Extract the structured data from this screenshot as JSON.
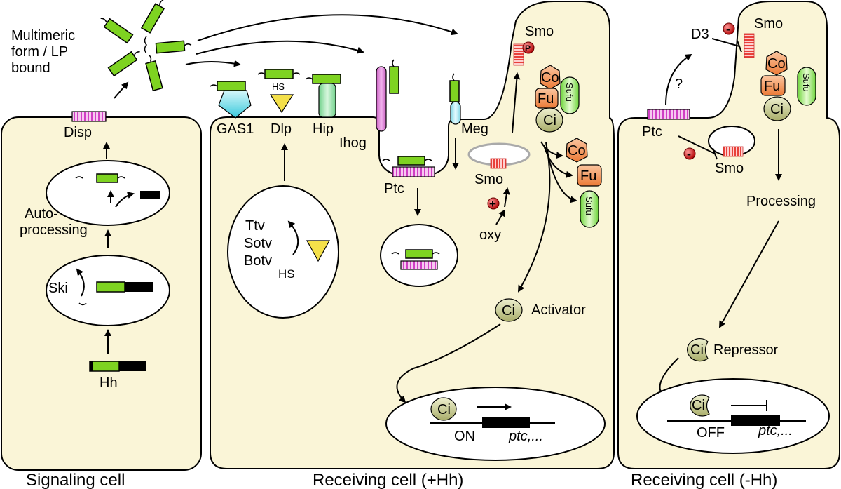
{
  "colors": {
    "cell_fill": "#faf5d7",
    "hedgehog": "#7ed321",
    "ptc_disp": "#e040d0",
    "smo": "#e8413a",
    "costal_fused": "#f4894a",
    "sufu": "#9be25a",
    "ci": "#c8cc8e",
    "gas1": "#5fd9e6",
    "dlp": "#f4e04a",
    "hip": "#8fe0a0",
    "ihog": "#e07ad8",
    "meg": "#a6e8f0",
    "inhibit_badge": "#e01010"
  },
  "icons": [
    "arrow",
    "inhibition-bar",
    "plus-badge",
    "minus-badge",
    "phosphate-badge",
    "heparan-sulfate-triangle",
    "membrane-receptor"
  ],
  "labels": {
    "multimeric": [
      "Multimeric",
      "form / LP",
      "bound"
    ],
    "disp": "Disp",
    "autoprocessing": [
      "Auto-",
      "processing"
    ],
    "ski": "Ski",
    "hh": "Hh",
    "gas1": "GAS1",
    "dlp": "Dlp",
    "hs": "HS",
    "hip": "Hip",
    "ihog": "Ihog",
    "ttv": "Ttv",
    "sotv": "Sotv",
    "botv": "Botv",
    "botv_hs": "HS",
    "ptc": "Ptc",
    "meg": "Meg",
    "smo": "Smo",
    "oxy": "oxy",
    "co": "Co",
    "fu": "Fu",
    "ci": "Ci",
    "sufu": "Sufu",
    "activator": "Activator",
    "repressor": "Repressor",
    "on": "ON",
    "off": "OFF",
    "ptc_gene": "ptc,...",
    "d3": "D3",
    "question": "?",
    "processing": "Processing",
    "phospho": "P",
    "plus": "+",
    "minus": "-"
  },
  "captions": {
    "signaling": "Signaling cell",
    "receiving_plus": "Receiving cell (+Hh)",
    "receiving_minus": "Receiving cell (-Hh)"
  }
}
